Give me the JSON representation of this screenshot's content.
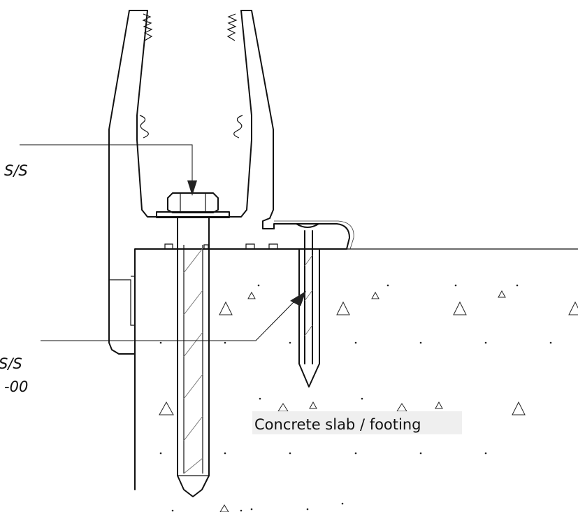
{
  "labels": {
    "main": "Concrete slab / footing",
    "fragment_1": "S/S",
    "fragment_2": "S/S",
    "fragment_3": "-00"
  }
}
